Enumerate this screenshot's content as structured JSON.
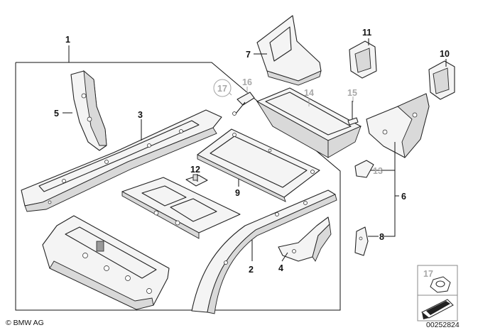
{
  "callouts": {
    "p1": "1",
    "p2": "2",
    "p3": "3",
    "p4": "4",
    "p5": "5",
    "p6": "6",
    "p7": "7",
    "p8": "8",
    "p9": "9",
    "p10": "10",
    "p11": "11",
    "p12": "12",
    "p13": "13",
    "p14": "14",
    "p15": "15",
    "p16": "16",
    "p17": "17",
    "inset17": "17"
  },
  "footer": {
    "copyright": "© BMW AG",
    "diagram_number": "00252824"
  },
  "colors": {
    "line": "#222222",
    "inactive_label": "#a8a8a8",
    "shade": "#d9d9d9"
  }
}
